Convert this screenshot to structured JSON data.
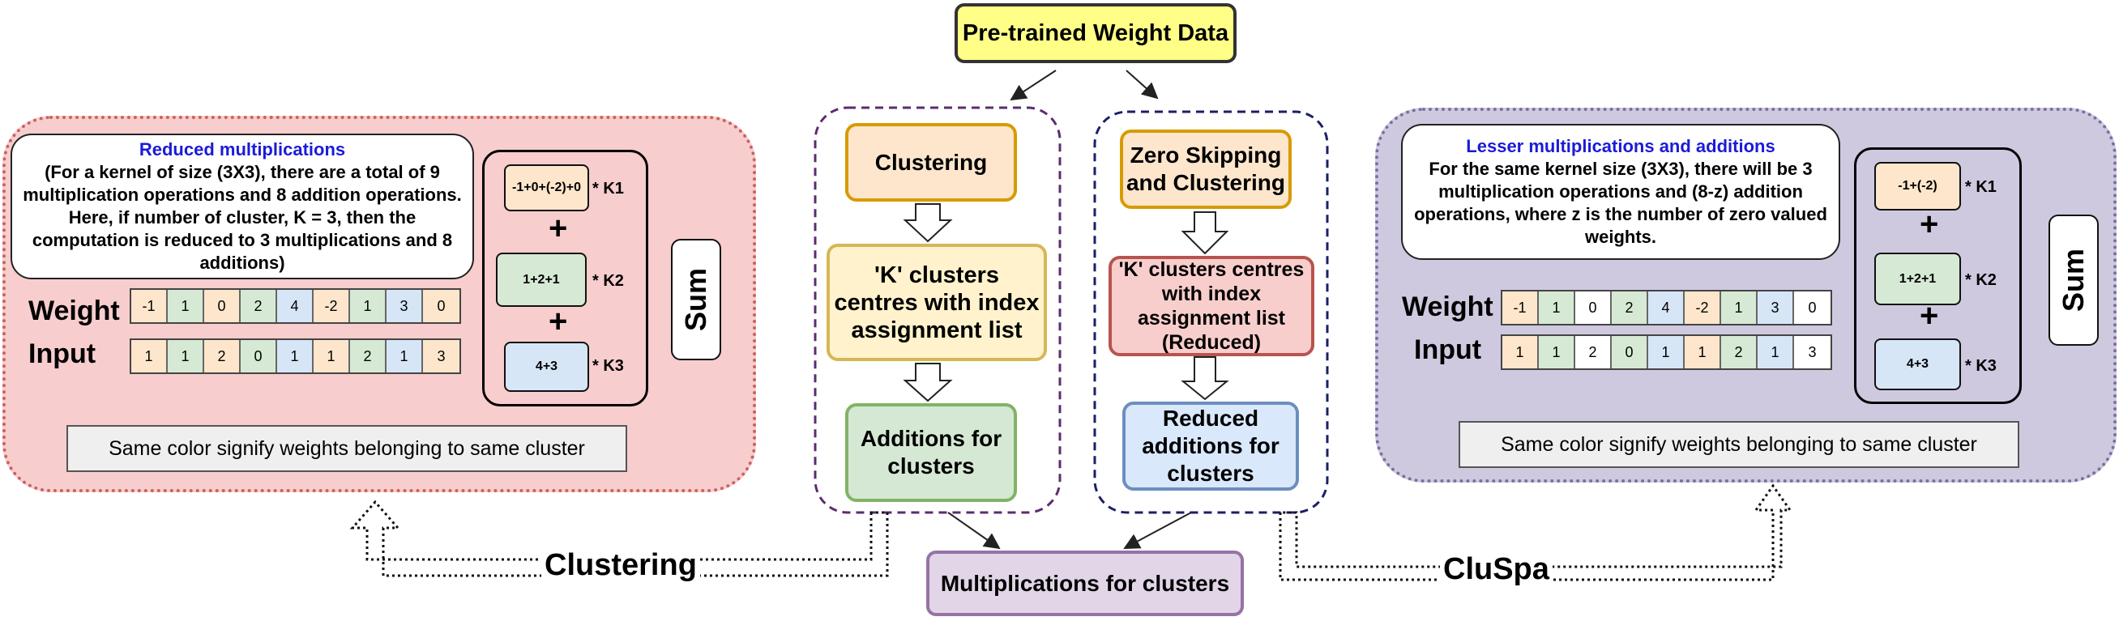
{
  "top_node": "Pre-trained Weight Data",
  "clustering_flow": {
    "step1": "Clustering",
    "step2": "'K' clusters centres with index assignment list",
    "step3": "Additions for clusters"
  },
  "cluspa_flow": {
    "step1": "Zero Skipping and Clustering",
    "step2": "'K' clusters centres with index assignment list (Reduced)",
    "step3": "Reduced additions for clusters"
  },
  "bottom_node": "Multiplications for clusters",
  "labels": {
    "clustering": "Clustering",
    "cluspa": "CluSpa"
  },
  "left_panel": {
    "note_header": "Reduced multiplications",
    "note_body": "(For a kernel of size (3X3), there are a total of 9 multiplication operations and 8 addition operations. Here, if number of cluster, K = 3, then the computation is reduced to 3 multiplications and 8 additions)",
    "weight_label": "Weight",
    "input_label": "Input",
    "weights": [
      "-1",
      "1",
      "0",
      "2",
      "4",
      "-2",
      "1",
      "3",
      "0"
    ],
    "inputs": [
      "1",
      "1",
      "2",
      "0",
      "1",
      "1",
      "2",
      "1",
      "3"
    ],
    "weight_colors": [
      "or",
      "gr",
      "or",
      "gr",
      "bl",
      "or",
      "gr",
      "bl",
      "or"
    ],
    "input_colors": [
      "or",
      "gr",
      "or",
      "gr",
      "bl",
      "or",
      "gr",
      "bl",
      "or"
    ],
    "k_exprs": [
      "-1+0+(-2)+0",
      "1+2+1",
      "4+3"
    ],
    "k_labels": [
      "* K1",
      "* K2",
      "* K3"
    ],
    "k_colors": [
      "or",
      "gr",
      "bl"
    ],
    "plus": "+",
    "sum": "Sum",
    "footer": "Same color signify weights belonging to same cluster"
  },
  "right_panel": {
    "note_header": "Lesser multiplications and additions",
    "note_body": "For the same kernel size (3X3), there will be 3 multiplication operations and (8-z) addition operations, where z is the number of zero valued weights.",
    "weight_label": "Weight",
    "input_label": "Input",
    "weights": [
      "-1",
      "1",
      "0",
      "2",
      "4",
      "-2",
      "1",
      "3",
      "0"
    ],
    "inputs": [
      "1",
      "1",
      "2",
      "0",
      "1",
      "1",
      "2",
      "1",
      "3"
    ],
    "weight_colors": [
      "or",
      "gr",
      "wh",
      "gr",
      "bl",
      "or",
      "gr",
      "bl",
      "wh"
    ],
    "input_colors": [
      "or",
      "gr",
      "wh",
      "gr",
      "bl",
      "or",
      "gr",
      "bl",
      "wh"
    ],
    "k_exprs": [
      "-1+(-2)",
      "1+2+1",
      "4+3"
    ],
    "k_labels": [
      "* K1",
      "* K2",
      "* K3"
    ],
    "k_colors": [
      "or",
      "gr",
      "bl"
    ],
    "plus": "+",
    "sum": "Sum",
    "footer": "Same color signify weights belonging to same cluster"
  },
  "colors": {
    "orange_fill": "#fde6cc",
    "green_fill": "#d6e9d4",
    "blue_fill": "#d6e6f7",
    "pink_panel": "#f7cdcd",
    "purple_panel": "#cfc9e0",
    "top_node_fill": "#ffff88",
    "bottom_node_fill": "#e1d5e7",
    "red_node_fill": "#f8cecc",
    "header_blue": "#1b1bd8"
  }
}
